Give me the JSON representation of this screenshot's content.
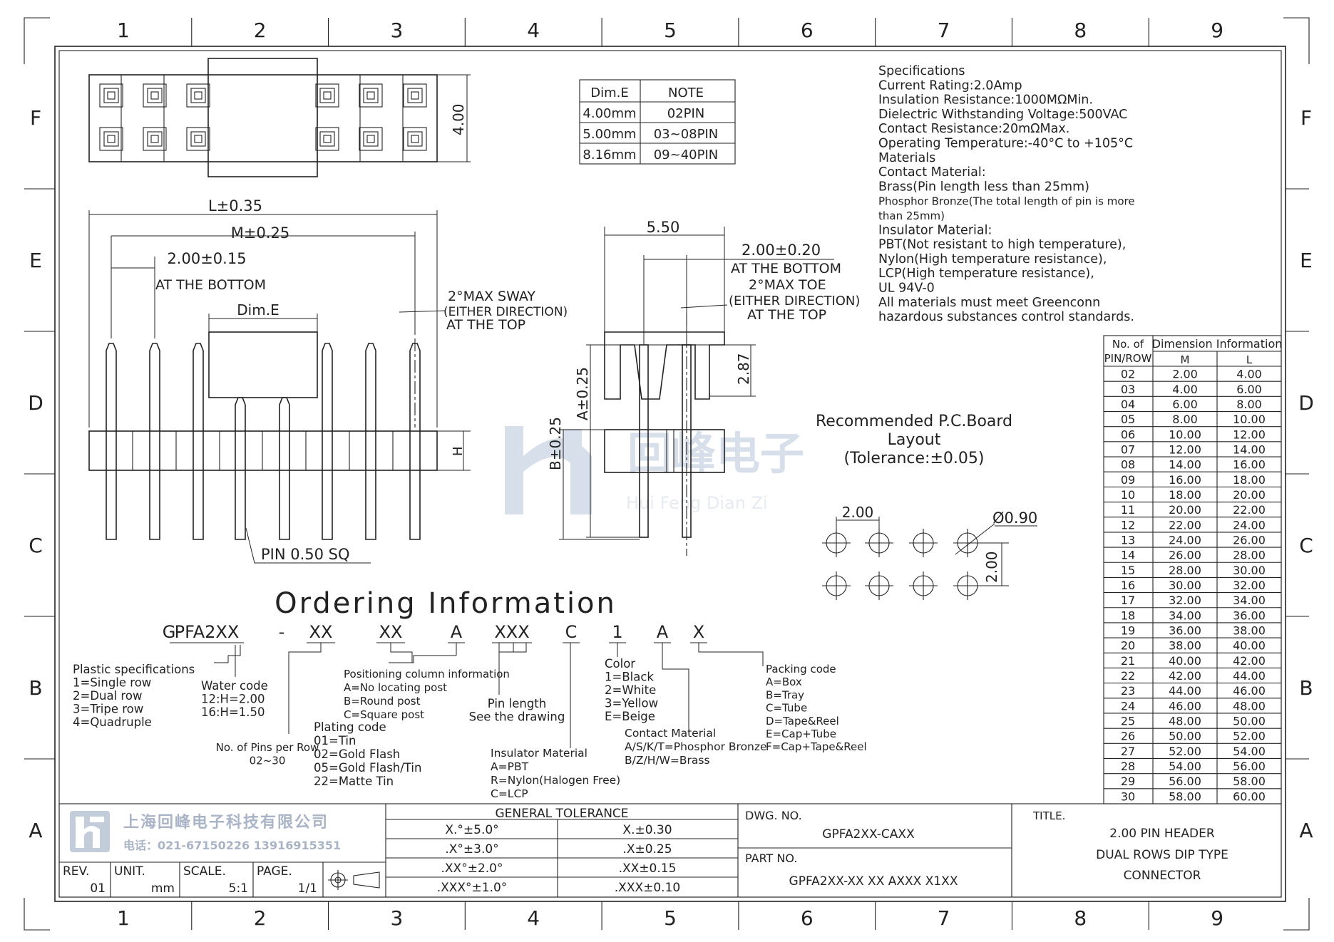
{
  "grid": {
    "columns": [
      "1",
      "2",
      "3",
      "4",
      "5",
      "6",
      "7",
      "8",
      "9"
    ],
    "rows": [
      "F",
      "E",
      "D",
      "C",
      "B",
      "A"
    ]
  },
  "note_table": {
    "headers": [
      "Dim.E",
      "NOTE"
    ],
    "rows": [
      [
        "4.00mm",
        "02PIN"
      ],
      [
        "5.00mm",
        "03~08PIN"
      ],
      [
        "8.16mm",
        "09~40PIN"
      ]
    ]
  },
  "top_view": {
    "height_dim": "4.00"
  },
  "front_view": {
    "L": "L±0.35",
    "M": "M±0.25",
    "pitch": "2.00±0.15",
    "pitch_note": "AT THE BOTTOM",
    "dim_e": "Dim.E",
    "sway1": "2°MAX SWAY",
    "sway2": "(EITHER DIRECTION)",
    "sway3": "AT THE TOP",
    "h": "H",
    "pin": "PIN 0.50 SQ"
  },
  "side_view": {
    "width": "5.50",
    "pitch": "2.00±0.20",
    "pitch_note": "AT THE BOTTOM",
    "toe1": "2°MAX TOE",
    "toe2": "(EITHER DIRECTION)",
    "toe3": "AT THE TOP",
    "h287": "2.87",
    "a": "A±0.25",
    "b": "B±0.25"
  },
  "pcb": {
    "title1": "Recommended P.C.Board",
    "title2": "Layout",
    "title3": "(Tolerance:±0.05)",
    "pitch_x": "2.00",
    "pitch_y": "2.00",
    "hole": "Ø0.90"
  },
  "specifications": [
    "Specifications",
    "Current Rating:2.0Amp",
    "Insulation Resistance:1000MΩMin.",
    "Dielectric Withstanding Voltage:500VAC",
    "Contact Resistance:20mΩMax.",
    "Operating Temperature:-40°C to +105°C",
    "Materials",
    "Contact Material:",
    "Brass(Pin length less than 25mm)",
    "Phosphor Bronze(The total length of pin is more",
    "than 25mm)",
    "Insulator Material:",
    "PBT(Not resistant to high temperature),",
    "Nylon(High temperature resistance),",
    "LCP(High temperature resistance),",
    "UL 94V-0",
    "All materials must meet Greenconn",
    "hazardous substances control standards."
  ],
  "dimension_table": {
    "header_a": "No. of",
    "header_a2": "PIN/ROW",
    "header_b": "Dimension Information",
    "header_m": "M",
    "header_l": "L",
    "rows": [
      [
        "02",
        "2.00",
        "4.00"
      ],
      [
        "03",
        "4.00",
        "6.00"
      ],
      [
        "04",
        "6.00",
        "8.00"
      ],
      [
        "05",
        "8.00",
        "10.00"
      ],
      [
        "06",
        "10.00",
        "12.00"
      ],
      [
        "07",
        "12.00",
        "14.00"
      ],
      [
        "08",
        "14.00",
        "16.00"
      ],
      [
        "09",
        "16.00",
        "18.00"
      ],
      [
        "10",
        "18.00",
        "20.00"
      ],
      [
        "11",
        "20.00",
        "22.00"
      ],
      [
        "12",
        "22.00",
        "24.00"
      ],
      [
        "13",
        "24.00",
        "26.00"
      ],
      [
        "14",
        "26.00",
        "28.00"
      ],
      [
        "15",
        "28.00",
        "30.00"
      ],
      [
        "16",
        "30.00",
        "32.00"
      ],
      [
        "17",
        "32.00",
        "34.00"
      ],
      [
        "18",
        "34.00",
        "36.00"
      ],
      [
        "19",
        "36.00",
        "38.00"
      ],
      [
        "20",
        "38.00",
        "40.00"
      ],
      [
        "21",
        "40.00",
        "42.00"
      ],
      [
        "22",
        "42.00",
        "44.00"
      ],
      [
        "23",
        "44.00",
        "46.00"
      ],
      [
        "24",
        "46.00",
        "48.00"
      ],
      [
        "25",
        "48.00",
        "50.00"
      ],
      [
        "26",
        "50.00",
        "52.00"
      ],
      [
        "27",
        "52.00",
        "54.00"
      ],
      [
        "28",
        "54.00",
        "56.00"
      ],
      [
        "29",
        "56.00",
        "58.00"
      ],
      [
        "30",
        "58.00",
        "60.00"
      ]
    ]
  },
  "watermark": {
    "cn": "回峰电子",
    "en": "Hui Feng Dian Zi"
  },
  "ordering": {
    "title": "Ordering Information",
    "code": [
      "G",
      "PFA2XX",
      "-",
      "XX",
      "XX",
      "A",
      "XXX",
      "C",
      "1",
      "A",
      "X"
    ],
    "plastic": [
      "Plastic specifications",
      "1=Single row",
      "2=Dual row",
      "3=Tripe row",
      "4=Quadruple"
    ],
    "water": [
      "Water code",
      "12:H=2.00",
      "16:H=1.50"
    ],
    "pins": [
      "No. of Pins per Row",
      "02~30"
    ],
    "plating": [
      "Plating code",
      "01=Tin",
      "02=Gold Flash",
      "05=Gold Flash/Tin",
      "22=Matte Tin"
    ],
    "positioning": [
      "Positioning column information",
      "A=No locating post",
      "B=Round post",
      "C=Square post"
    ],
    "pin_length": [
      "Pin length",
      "See the drawing"
    ],
    "insulator": [
      "Insulator Material",
      "A=PBT",
      "R=Nylon(Halogen Free)",
      "C=LCP"
    ],
    "color": [
      "Color",
      "1=Black",
      "2=White",
      "3=Yellow",
      "E=Beige"
    ],
    "contact": [
      "Contact Material",
      "A/S/K/T=Phosphor Bronze",
      "B/Z/H/W=Brass"
    ],
    "packing": [
      "Packing code",
      "A=Box",
      "B=Tray",
      "C=Tube",
      "D=Tape&Reel",
      "E=Cap+Tube",
      "F=Cap+Tape&Reel"
    ]
  },
  "title_block": {
    "company": "上海回峰电子科技有限公司",
    "phone": "电话：021-67150226  13916915351",
    "rev_label": "REV.",
    "rev": "01",
    "unit_label": "UNIT.",
    "unit": "mm",
    "scale_label": "SCALE.",
    "scale": "5:1",
    "page_label": "PAGE.",
    "page": "1/1",
    "tolerance_title": "GENERAL TOLERANCE",
    "tolerances": [
      [
        "X.°±5.0°",
        "X.±0.30"
      ],
      [
        ".X°±3.0°",
        ".X±0.25"
      ],
      [
        ".XX°±2.0°",
        ".XX±0.15"
      ],
      [
        ".XXX°±1.0°",
        ".XXX±0.10"
      ]
    ],
    "dwg_label": "DWG. NO.",
    "dwg": "GPFA2XX-CAXX",
    "part_label": "PART NO.",
    "part": "GPFA2XX-XX XX AXXX X1XX",
    "title_label": "TITLE.",
    "title": [
      "2.00 PIN HEADER",
      "DUAL ROWS DIP TYPE",
      "CONNECTOR"
    ]
  }
}
